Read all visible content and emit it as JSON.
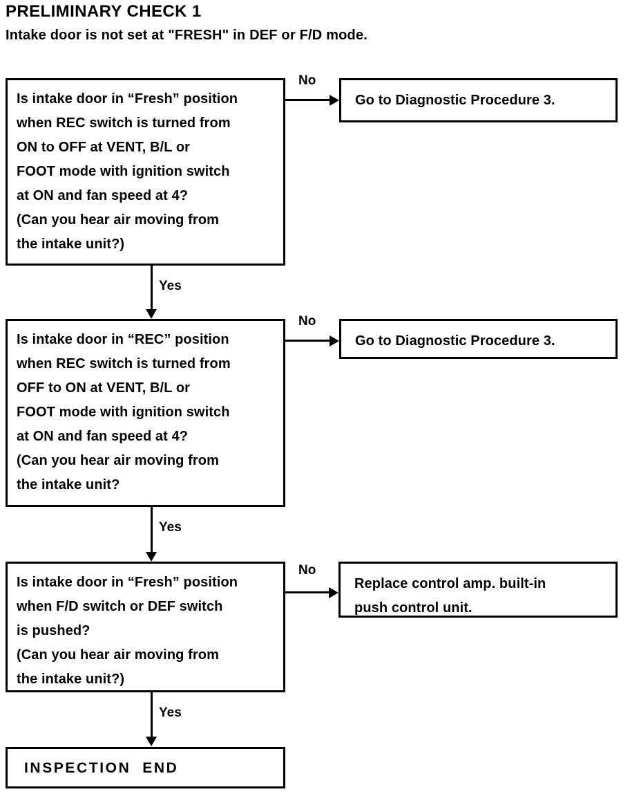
{
  "header": {
    "title": "PRELIMINARY CHECK 1",
    "subtitle": "Intake door is not set at \"FRESH\" in DEF or F/D mode."
  },
  "flow": {
    "decision1": {
      "lines": [
        "Is intake door in “Fresh” position",
        "when REC switch is turned from",
        "ON to OFF at VENT, B/L or",
        "FOOT mode with ignition switch",
        "at ON and fan speed at 4?",
        "(Can you hear air moving from",
        "the intake unit?)"
      ]
    },
    "result1": {
      "lines": [
        "Go to Diagnostic Procedure 3."
      ]
    },
    "decision2": {
      "lines": [
        "Is intake door in “REC” position",
        "when REC switch is turned from",
        "OFF to ON at VENT, B/L or",
        "FOOT mode with ignition switch",
        "at ON and fan speed at 4?",
        "(Can you hear air moving from",
        "the intake unit?"
      ]
    },
    "result2": {
      "lines": [
        "Go to Diagnostic Procedure 3."
      ]
    },
    "decision3": {
      "lines": [
        "Is intake door in “Fresh” position",
        "when F/D switch or DEF switch",
        "is pushed?",
        "(Can you hear air moving from",
        "the intake unit?)"
      ]
    },
    "result3": {
      "lines": [
        "Replace control amp. built-in",
        "push control unit."
      ]
    },
    "terminal": {
      "label": "INSPECTION  END"
    },
    "edges": {
      "no1": "No",
      "no2": "No",
      "no3": "No",
      "yes1": "Yes",
      "yes2": "Yes",
      "yes3": "Yes"
    }
  },
  "colors": {
    "ink": "#000000",
    "paper": "#ffffff"
  }
}
